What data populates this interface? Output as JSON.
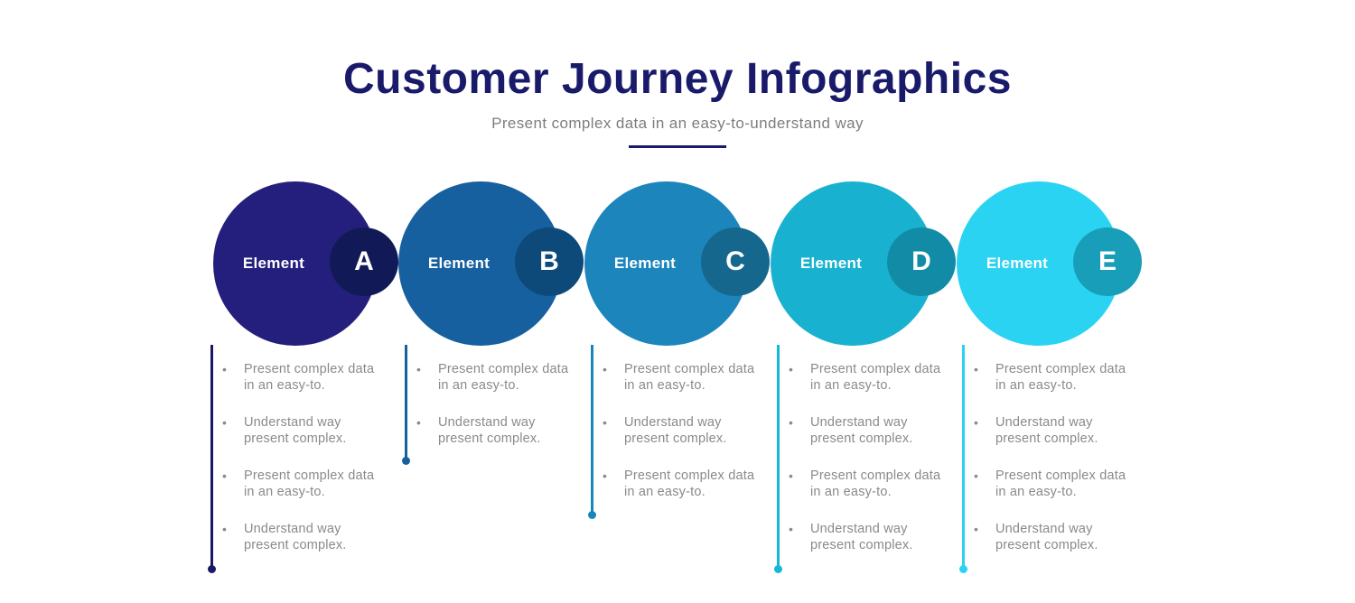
{
  "title": "Customer Journey Infographics",
  "subtitle": "Present complex data in an easy-to-understand way",
  "colors": {
    "background": "#FFFFFF",
    "title": "#1A1A6B",
    "subtitle": "#7D7D7D",
    "divider": "#1A1A6B",
    "bullet_text": "#8A8A8A"
  },
  "bullet_marker": "•",
  "steps": [
    {
      "label": "Element",
      "letter": "A",
      "circle_color": "#241F7D",
      "badge_color": "#111A56",
      "line_color": "#191966",
      "bullets": [
        "Present complex data in an easy-to.",
        "Understand way present complex.",
        "Present complex data in an easy-to.",
        "Understand way present complex."
      ]
    },
    {
      "label": "Element",
      "letter": "B",
      "circle_color": "#16609F",
      "badge_color": "#0D4A7A",
      "line_color": "#15619F",
      "bullets": [
        "Present complex data in an easy-to.",
        "Understand way present complex."
      ]
    },
    {
      "label": "Element",
      "letter": "C",
      "circle_color": "#1C85BC",
      "badge_color": "#15678E",
      "line_color": "#1787B8",
      "bullets": [
        "Present complex data in an easy-to.",
        "Understand way present complex.",
        "Present complex data in an easy-to."
      ]
    },
    {
      "label": "Element",
      "letter": "D",
      "circle_color": "#18B2D0",
      "badge_color": "#128CA6",
      "line_color": "#14B8D9",
      "bullets": [
        "Present complex data in an easy-to.",
        "Understand way present complex.",
        "Present complex data in an easy-to.",
        "Understand way present complex."
      ]
    },
    {
      "label": "Element",
      "letter": "E",
      "circle_color": "#2BD3F2",
      "badge_color": "#189EB8",
      "line_color": "#2BD3F2",
      "bullets": [
        "Present complex data in an easy-to.",
        "Understand way present complex.",
        "Present complex data in an easy-to.",
        "Understand way present complex."
      ]
    }
  ]
}
